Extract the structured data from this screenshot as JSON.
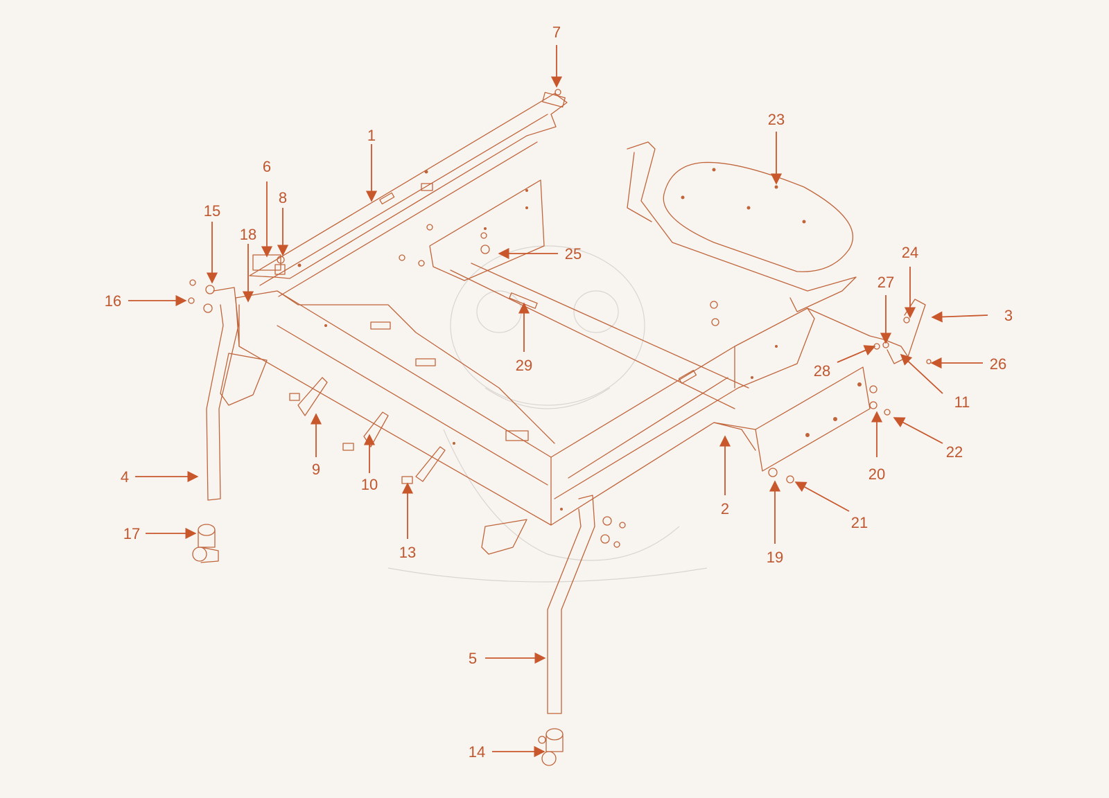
{
  "colors": {
    "line": "#c0643a",
    "callout": "#c0562e",
    "background": "#f8f5f1"
  },
  "callouts": [
    {
      "label": "1"
    },
    {
      "label": "2"
    },
    {
      "label": "3"
    },
    {
      "label": "4"
    },
    {
      "label": "5"
    },
    {
      "label": "6"
    },
    {
      "label": "7"
    },
    {
      "label": "8"
    },
    {
      "label": "9"
    },
    {
      "label": "10"
    },
    {
      "label": "11"
    },
    {
      "label": "13"
    },
    {
      "label": "14"
    },
    {
      "label": "15"
    },
    {
      "label": "16"
    },
    {
      "label": "17"
    },
    {
      "label": "18"
    },
    {
      "label": "19"
    },
    {
      "label": "20"
    },
    {
      "label": "21"
    },
    {
      "label": "22"
    },
    {
      "label": "23"
    },
    {
      "label": "24"
    },
    {
      "label": "25"
    },
    {
      "label": "26"
    },
    {
      "label": "27"
    },
    {
      "label": "28"
    },
    {
      "label": "29"
    }
  ]
}
